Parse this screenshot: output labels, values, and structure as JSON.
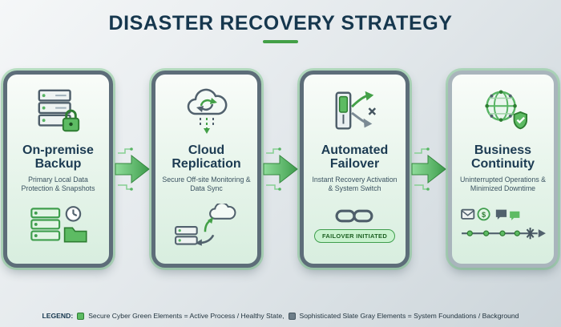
{
  "title": "DISASTER RECOVERY STRATEGY",
  "cards": [
    {
      "title": "On-premise Backup",
      "subtitle": "Primary Local Data Protection & Snapshots",
      "icon": "server-lock-icon"
    },
    {
      "title": "Cloud Replication",
      "subtitle": "Secure Off-site Monitoring & Data Sync",
      "icon": "cloud-sync-icon"
    },
    {
      "title": "Automated Failover",
      "subtitle": "Instant Recovery Activation & System Switch",
      "icon": "failover-switch-icon",
      "badge": "FAILOVER INITIATED"
    },
    {
      "title": "Business Continuity",
      "subtitle": "Uninterrupted Operations & Minimized Downtime",
      "icon": "globe-shield-icon"
    }
  ],
  "legend": {
    "label": "LEGEND:",
    "items": [
      {
        "swatch_color": "#5dbb63",
        "text": "Secure Cyber Green Elements = Active Process / Healthy State,"
      },
      {
        "swatch_color": "#6e7e89",
        "text": "Sophisticated Slate Gray Elements = System Foundations / Background"
      }
    ]
  },
  "colors": {
    "accent_green": "#43a047",
    "light_green": "#a5d6a7",
    "slate_gray": "#5d6d79",
    "title_navy": "#16374e"
  }
}
